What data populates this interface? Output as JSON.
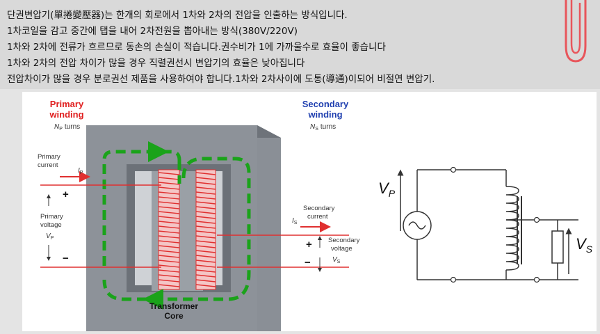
{
  "notes": {
    "lines": [
      "단권변압기(單捲變壓器)는 한개의 회로에서 1차와 2차의 전압을 인출하는 방식입니다.",
      "1차코일을 감고 중간에 탭을 내어 2차전원을 뽑아내는 방식(380V/220V)",
      "1차와 2차에 전류가 흐르므로 동손의 손실이 적습니다.권수비가 1에 가까울수로 효율이 좋습니다",
      "1차와 2차의 전압 차이가 많을 경우 직렬권선시 변압기의 효율은 낮아집니다",
      "전압차이가 많을 경우 분로권선 제품을 사용하여야 합니다.1차와 2차사이에 도통(導通)이되어 비절연 변압기."
    ]
  },
  "transformer": {
    "primary_title_1": "Primary",
    "primary_title_2": "winding",
    "primary_turns_sym": "N",
    "primary_turns_sub": "P",
    "primary_turns_word": "turns",
    "secondary_title_1": "Secondary",
    "secondary_title_2": "winding",
    "secondary_turns_sym": "N",
    "secondary_turns_sub": "S",
    "secondary_turns_word": "turns",
    "primary_current_1": "Primary",
    "primary_current_2": "current",
    "ip_sym": "I",
    "ip_sub": "P",
    "plus": "+",
    "minus": "−",
    "primary_voltage_1": "Primary",
    "primary_voltage_2": "voltage",
    "vp_sym": "V",
    "vp_sub": "P",
    "secondary_current_1": "Secondary",
    "secondary_current_2": "current",
    "is_sym": "I",
    "is_sub": "S",
    "secondary_voltage_1": "Secondary",
    "secondary_voltage_2": "voltage",
    "vs_sym": "V",
    "vs_sub": "S",
    "core_label_1": "Transformer",
    "core_label_2": "Core"
  },
  "schematic": {
    "vp_sym": "V",
    "vp_sub": "P",
    "vs_sym": "V",
    "vs_sub": "S"
  },
  "colors": {
    "core": "#8a8f96",
    "winding": "#e03030",
    "flux": "#1aa31a",
    "primary_label": "#e02020",
    "secondary_label": "#2040b0"
  }
}
